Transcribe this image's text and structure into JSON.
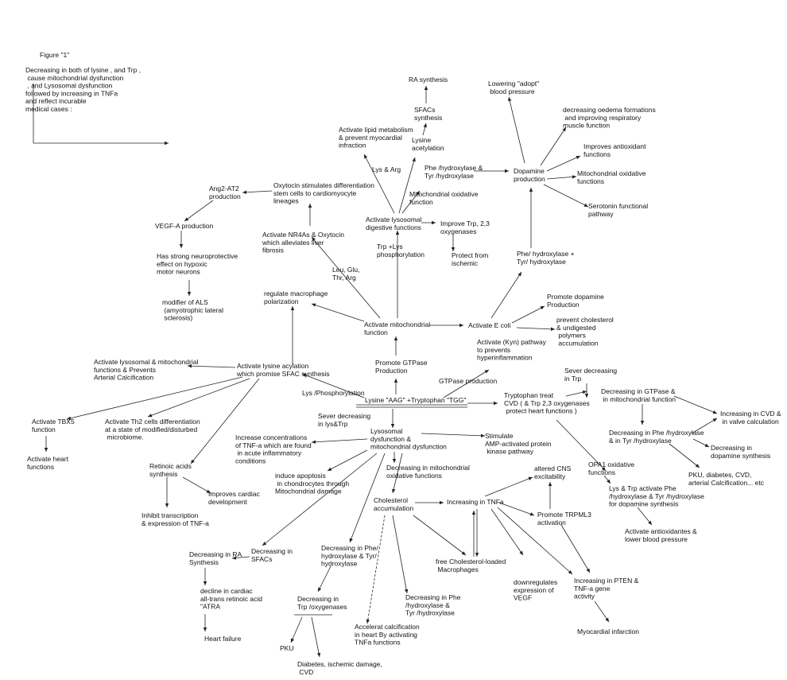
{
  "nodes": [
    {
      "id": "fig",
      "lines": [
        "Figure  \"1\""
      ]
    },
    {
      "id": "caption",
      "lines": [
        "Decreasing in both of lysine , and  Trp ,",
        "  cause  mitochondrial dysfunction",
        "  , and   Lysosomal dysfunction",
        "followed by increasing in TNFa",
        "and reflect  incurable",
        "medical cases :"
      ]
    },
    {
      "id": "ra_synth_top",
      "lines": [
        "RA synthesis"
      ]
    },
    {
      "id": "sfacs_synth",
      "lines": [
        "SFACs",
        "synthesis"
      ]
    },
    {
      "id": "lowering_adopt",
      "lines": [
        "Lowering  \"adopt\"",
        "  blood pressure"
      ]
    },
    {
      "id": "oedema",
      "lines": [
        "decreasing oedema formations",
        " and improving respiratory",
        "muscle function"
      ]
    },
    {
      "id": "lipid_metab",
      "lines": [
        "Activate lipid metabolism",
        "& prevent myocardial",
        "infraction"
      ]
    },
    {
      "id": "lys_acetyl",
      "lines": [
        "Lysine",
        "acetylation"
      ]
    },
    {
      "id": "antioxidant",
      "lines": [
        "Improves antioxidant",
        "functions"
      ]
    },
    {
      "id": "lys_arg",
      "lines": [
        "Lys & Arg"
      ]
    },
    {
      "id": "phe_tyr_top",
      "lines": [
        "Phe /hydroxylase &",
        "Tyr /hydroxylase"
      ]
    },
    {
      "id": "dopamine_prod",
      "lines": [
        "Dopamine",
        "production"
      ]
    },
    {
      "id": "mito_ox_right",
      "lines": [
        "Mitochondrial oxidative",
        "functions"
      ]
    },
    {
      "id": "oxytocin_stem",
      "lines": [
        "Oxytocin stimulates differentiation",
        "stem cells to cardiomyocyte",
        "lineages"
      ]
    },
    {
      "id": "ang2",
      "lines": [
        "Ang2-AT2",
        "production"
      ]
    },
    {
      "id": "mito_ox_center",
      "lines": [
        "Mitochondrial oxidative",
        "function"
      ]
    },
    {
      "id": "serotonin",
      "lines": [
        "Serotonin functional",
        "pathway"
      ]
    },
    {
      "id": "lysosomal_digest",
      "lines": [
        "Activate lysosomal",
        "digestive functions"
      ]
    },
    {
      "id": "improve_trp",
      "lines": [
        "Improve Trp, 2,3",
        "oxygenases"
      ]
    },
    {
      "id": "vegfa",
      "lines": [
        "VEGF-A production"
      ]
    },
    {
      "id": "nr4a",
      "lines": [
        "Activate NR4As & Oxytocin",
        "which alleviates liver",
        "fibrosis"
      ]
    },
    {
      "id": "trp_lys_phos",
      "lines": [
        "Trp +Lys",
        "phosphorylation"
      ]
    },
    {
      "id": "protect_ischemic",
      "lines": [
        "Protect from",
        "ischemic"
      ]
    },
    {
      "id": "neuroprotective",
      "lines": [
        "Has strong neuroprotective",
        "effect on hypoxic",
        "motor neurons"
      ]
    },
    {
      "id": "phe_tyr_mid",
      "lines": [
        "Phe/ hydroxylase +",
        "Tyr/ hydroxylase"
      ]
    },
    {
      "id": "leu_glu",
      "lines": [
        "Leu, Glu,",
        "Thr,  Arg"
      ]
    },
    {
      "id": "regulate_macro",
      "lines": [
        "regulate macrophage",
        "polarization"
      ]
    },
    {
      "id": "promote_dopamine",
      "lines": [
        "Promote dopamine",
        "Production"
      ]
    },
    {
      "id": "als",
      "lines": [
        "modifier of ALS",
        " (amyotrophic lateral",
        "  sclerosis)"
      ]
    },
    {
      "id": "prevent_chol",
      "lines": [
        "prevent cholesterol",
        "& undigested",
        "  polymers",
        "  accumulation"
      ]
    },
    {
      "id": "activate_mito",
      "lines": [
        "Activate mitochondrial",
        "function"
      ]
    },
    {
      "id": "ecoli",
      "lines": [
        "Activate E coli"
      ]
    },
    {
      "id": "kyn",
      "lines": [
        "Activate (Kyn) pathway",
        "to prevents",
        "hyperinflammation"
      ]
    },
    {
      "id": "lysosomal_mito",
      "lines": [
        "Activate lysosomal & mitochondrial",
        "functions & Prevents",
        "Arterial Calcification"
      ]
    },
    {
      "id": "lys_acylation",
      "lines": [
        "Activate lysine acylation",
        "which promise SFAC synthesis"
      ]
    },
    {
      "id": "promote_gtpase",
      "lines": [
        "Promote GTPase",
        "Production"
      ]
    },
    {
      "id": "sever_trp",
      "lines": [
        "Sever decreasing",
        "in Trp"
      ]
    },
    {
      "id": "gtpase_prod",
      "lines": [
        "GTPase production"
      ]
    },
    {
      "id": "decr_gtpase",
      "lines": [
        "Decreasing in GTPase &",
        " in mitochondrial function"
      ]
    },
    {
      "id": "lys_phos",
      "lines": [
        "Lys /Phosphorylation"
      ]
    },
    {
      "id": "lys_trp_main",
      "lines": [
        "Lysine \"AAG\" +Tryptophan  \"TGG\""
      ]
    },
    {
      "id": "trp_treat",
      "lines": [
        "Tryptophan treat",
        "CVD ( & Trp 2,3 oxygenases",
        " protect heart functions  )"
      ]
    },
    {
      "id": "incr_cvd",
      "lines": [
        "Increasing in CVD &",
        "  in valve calculation"
      ]
    },
    {
      "id": "tbx5",
      "lines": [
        "Activate TBX5",
        "function"
      ]
    },
    {
      "id": "th2",
      "lines": [
        "Activate Th2 cells differentiation",
        "at a state of modified/disturbed",
        "  microbiome."
      ]
    },
    {
      "id": "sever_lys",
      "lines": [
        "Sever decreasing",
        "in lys&Trp"
      ]
    },
    {
      "id": "lysosomal_dysf",
      "lines": [
        "Lysosomal",
        "dysfunction &",
        "mitochondrial dysfunction"
      ]
    },
    {
      "id": "ampk",
      "lines": [
        "Stimulate",
        "AMP-activated protein",
        " kinase pathway"
      ]
    },
    {
      "id": "decr_phe_tyr_right",
      "lines": [
        "Decreasing in Phe /hydroxylase",
        "& in Tyr /hydroxylase"
      ]
    },
    {
      "id": "tnfa_conc",
      "lines": [
        "Increase concentrations",
        "of TNF-a which are found",
        " in acute inflammatory",
        "conditions"
      ]
    },
    {
      "id": "decr_dopamine",
      "lines": [
        "Decreasing in",
        "dopamine synthesis"
      ]
    },
    {
      "id": "heart_funcs",
      "lines": [
        "Activate heart",
        "functions"
      ]
    },
    {
      "id": "retinoic",
      "lines": [
        "Retinoic acids",
        "synthesis"
      ]
    },
    {
      "id": "decr_mito_ox",
      "lines": [
        "Decreasing in mitochondrial",
        "oxidative functions"
      ]
    },
    {
      "id": "pku_list",
      "lines": [
        "PKU, diabetes, CVD,",
        "arterial Calcification... etc"
      ]
    },
    {
      "id": "opa1",
      "lines": [
        "OPA1 oxidative",
        "functions"
      ]
    },
    {
      "id": "altered_cns",
      "lines": [
        "altered CNS",
        "excitability"
      ]
    },
    {
      "id": "apoptosis",
      "lines": [
        "induce apoptosis",
        " in chondrocytes through",
        "Mitochondrial damage"
      ]
    },
    {
      "id": "cardiac_dev",
      "lines": [
        "Improves cardiac",
        "development"
      ]
    },
    {
      "id": "lys_trp_activate",
      "lines": [
        "Lys & Trp activate Phe",
        "/hydroxylase & Tyr /hydroxylase",
        "for dopamine synthesis"
      ]
    },
    {
      "id": "chol_accum",
      "lines": [
        "Cholesterol",
        "accumulation"
      ]
    },
    {
      "id": "incr_tnfa",
      "lines": [
        "Increasing in TNFa"
      ]
    },
    {
      "id": "inhibit_tnf",
      "lines": [
        "Inhibit transcription",
        "& expression of TNF-a"
      ]
    },
    {
      "id": "trpml3",
      "lines": [
        "Promote TRPML3",
        "activation"
      ]
    },
    {
      "id": "antiox_lower",
      "lines": [
        "Activate antioxidantes &",
        "lower blood pressure"
      ]
    },
    {
      "id": "decr_ra",
      "lines": [
        "Decreasing in RA",
        "Synthesis"
      ]
    },
    {
      "id": "decr_sfacs",
      "lines": [
        "Decreasing in",
        "SFACs"
      ]
    },
    {
      "id": "decr_phe_tyr_center",
      "lines": [
        "Decreasing in Phe/",
        "hydroxylase & Tyr/",
        "hydroxylase"
      ]
    },
    {
      "id": "foam_cells",
      "lines": [
        "free Cholesterol-loaded",
        "  Macrophages"
      ]
    },
    {
      "id": "pten",
      "lines": [
        "Increasing in PTEN &",
        "TNF-a gene",
        "activity"
      ]
    },
    {
      "id": "downreg_vegf",
      "lines": [
        "downregulates",
        "expression of",
        "VEGF"
      ]
    },
    {
      "id": "decline_atra",
      "lines": [
        "decline in cardiac",
        "all-trans retinoic acid",
        "\"ATRA"
      ]
    },
    {
      "id": "decr_trp_oxy",
      "lines": [
        "Decreasing in",
        "Trp /oxygenases"
      ]
    },
    {
      "id": "decr_phe_lower",
      "lines": [
        "Decreasing in Phe",
        "/hydroxylase &",
        "Tyr /hydroxylase"
      ]
    },
    {
      "id": "heart_failure",
      "lines": [
        "Heart failure"
      ]
    },
    {
      "id": "myocardial_inf",
      "lines": [
        "Myocardial infarction"
      ]
    },
    {
      "id": "accelerat",
      "lines": [
        "Accelerat calcification",
        "in heart By activating",
        "TNFa functions"
      ]
    },
    {
      "id": "pku",
      "lines": [
        "PKU"
      ]
    },
    {
      "id": "diabetes_ischemic",
      "lines": [
        "Diabetes, ischemic damage,",
        "  CVD"
      ]
    }
  ]
}
